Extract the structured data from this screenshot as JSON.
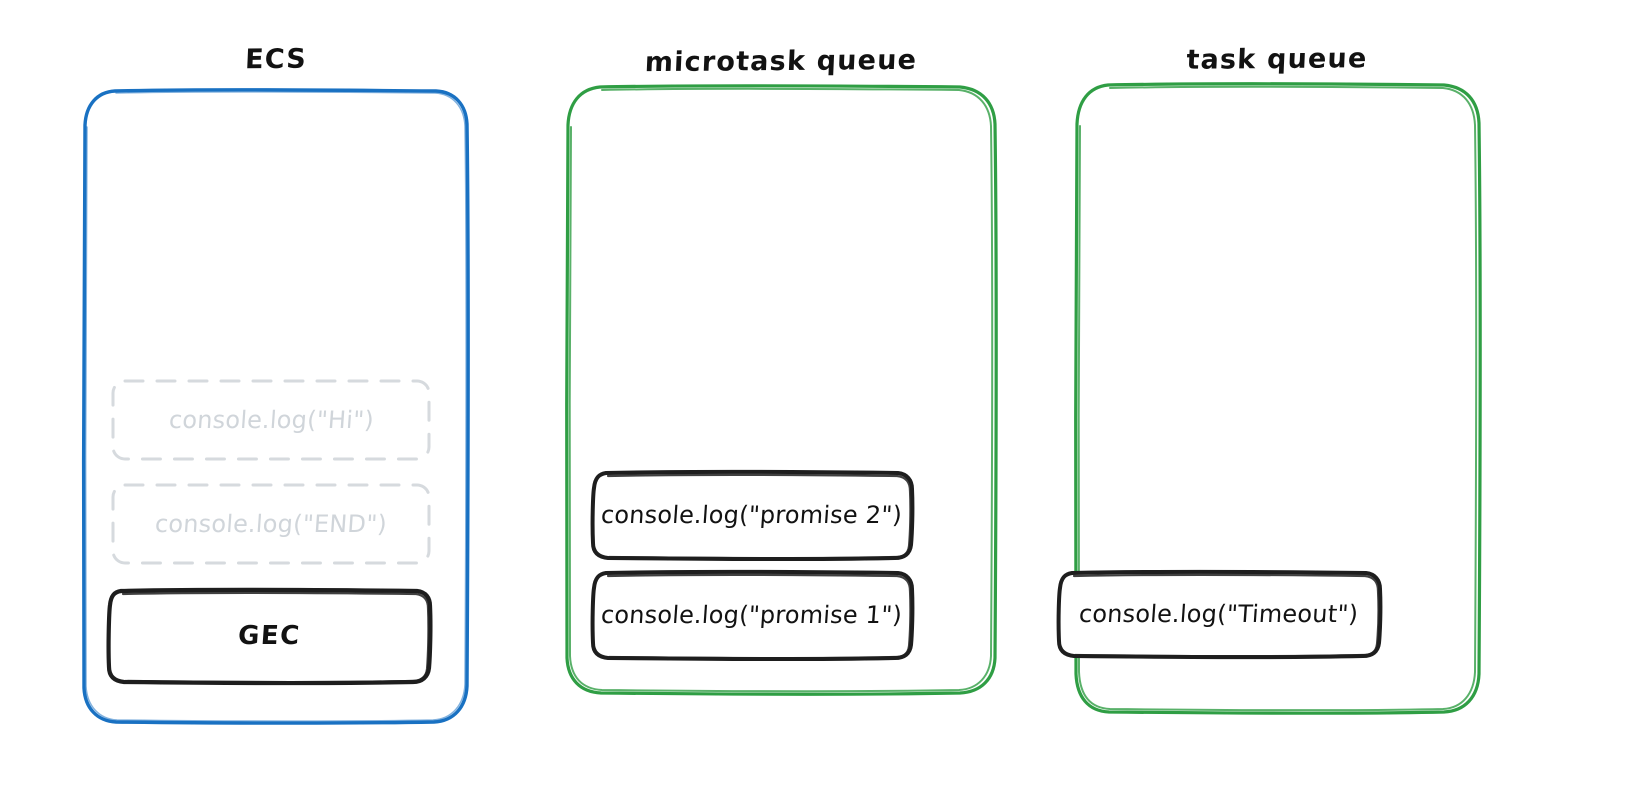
{
  "diagram": {
    "type": "event-loop-state",
    "background": "#ffffff",
    "style": "hand-drawn"
  },
  "colors": {
    "ecs_border": "#1971c2",
    "queue_border": "#2f9e44",
    "card_border": "#1e1e1e",
    "card_fill": "#ffffff",
    "text": "#121212",
    "ghost_text": "#d0d5da",
    "ghost_border": "#d6dade"
  },
  "columns": [
    {
      "id": "ecs",
      "title": "ECS",
      "border_color": "#1971c2",
      "items": [
        {
          "id": "hi",
          "label": "console.log(\"Hi\")",
          "state": "ghost"
        },
        {
          "id": "end",
          "label": "console.log(\"END\")",
          "state": "ghost"
        },
        {
          "id": "gec",
          "label": "GEC",
          "state": "solid"
        }
      ]
    },
    {
      "id": "microtask-queue",
      "title": "microtask queue",
      "border_color": "#2f9e44",
      "items": [
        {
          "id": "promise2",
          "label": "console.log(\"promise 2\")",
          "state": "solid"
        },
        {
          "id": "promise1",
          "label": "console.log(\"promise 1\")",
          "state": "solid"
        }
      ]
    },
    {
      "id": "task-queue",
      "title": "task queue",
      "border_color": "#2f9e44",
      "items": [
        {
          "id": "timeout",
          "label": "console.log(\"Timeout\")",
          "state": "solid"
        }
      ]
    }
  ]
}
